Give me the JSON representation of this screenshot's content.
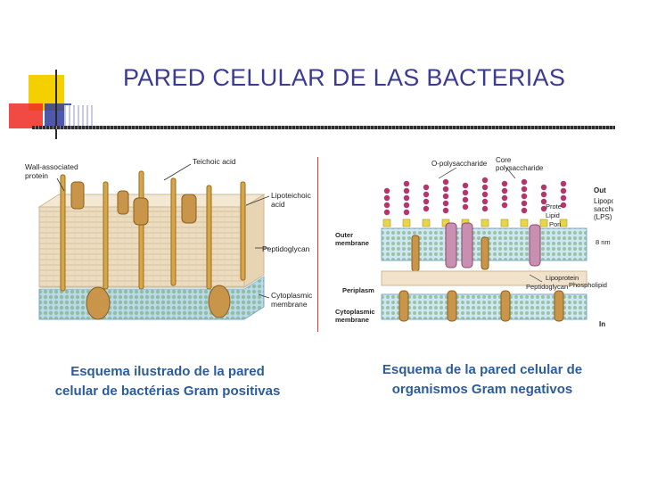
{
  "title": "PARED CELULAR DE LAS BACTERIAS",
  "colors": {
    "title": "#3b3b94",
    "caption": "#2c5c9c",
    "logo_yellow": "#f5d000",
    "logo_red": "#ee2a24",
    "logo_blue": "#2f3c9a"
  },
  "gram_positive": {
    "caption_line1": "Esquema ilustrado de la pared",
    "caption_line2": "celular de bactérias Gram positivas",
    "labels": {
      "wall_protein": "Wall-associated\nprotein",
      "teichoic": "Teichoic acid",
      "lipoteichoic": "Lipoteichoic\nacid",
      "peptidoglycan": "Peptidoglycan",
      "cytoplasmic": "Cytoplasmic\nmembrane"
    }
  },
  "gram_negative": {
    "caption_line1": "Esquema de la pared celular de",
    "caption_line2": "organismos Gram negativos",
    "labels": {
      "o_polysaccharide": "O-polysaccharide",
      "core_polysaccharide": "Core\npolysaccharide",
      "out": "Out",
      "lps": "Lipopoly-\nsaccharide\n(LPS)",
      "protein": "Prote",
      "lipid": "Lipid",
      "porin": "Pori",
      "outer_membrane": "Outer\nmembrane",
      "size": "8 nm",
      "lipoprotein": "Lipoprotein",
      "periplasm": "Periplasm",
      "peptidoglycan": "Peptidoglycan",
      "phospholipid": "Phospholipid",
      "cytoplasmic": "Cytoplasmic\nmembrane",
      "in": "In"
    }
  }
}
